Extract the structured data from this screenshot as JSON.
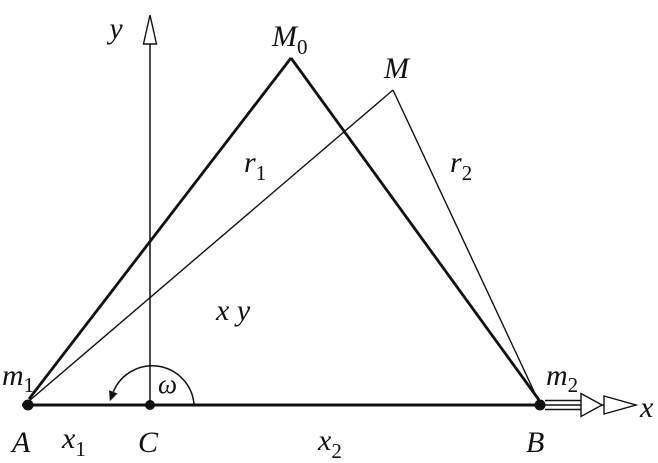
{
  "figure": {
    "description": "Two-body problem geometry diagram: masses m1 and m2 on x-axis at A and B, center C, positions M0 and M, distances r1 and r2, rotation omega",
    "colors": {
      "ink": "#111111",
      "background": "#ffffff"
    },
    "labels": {
      "y_axis": "y",
      "x_axis": "x",
      "M0": {
        "main": "M",
        "sub": "0"
      },
      "M": "M",
      "r1": {
        "main": "r",
        "sub": "1"
      },
      "r2": {
        "main": "r",
        "sub": "2"
      },
      "plane": "x y",
      "m1": {
        "main": "m",
        "sub": "1"
      },
      "m2": {
        "main": "m",
        "sub": "2"
      },
      "omega": "ω",
      "A": "A",
      "C": "C",
      "B": "B",
      "x1": {
        "main": "x",
        "sub": "1"
      },
      "x2": {
        "main": "x",
        "sub": "2"
      }
    }
  }
}
